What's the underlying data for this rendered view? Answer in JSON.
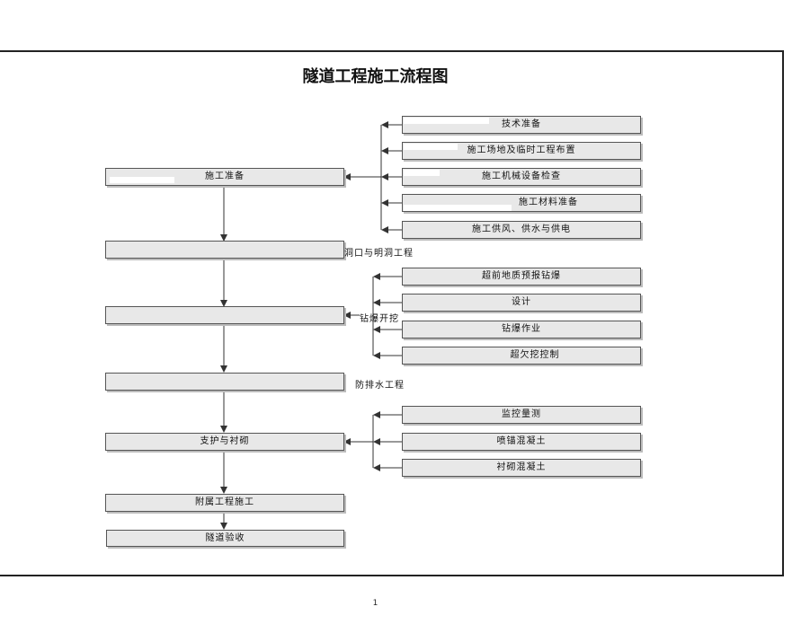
{
  "title": "隧道工程施工流程图",
  "page_number": "1",
  "main_steps": [
    "施工准备",
    "",
    "",
    "",
    "支护与衬砌",
    "附属工程施工",
    "隧道验收"
  ],
  "step_side_labels": {
    "portal": "洞口与明洞工程",
    "excavation": "钻爆开挖",
    "drainage": "防排水工程"
  },
  "preparation_items": [
    "技术准备",
    "施工场地及临时工程布置",
    "施工机械设备检查",
    "施工材料准备",
    "施工供风、供水与供电"
  ],
  "excavation_items": [
    "超前地质预报钻爆",
    "设计",
    "钻爆作业",
    "超欠挖控制"
  ],
  "support_items": [
    "监控量测",
    "喷锚混凝土",
    "衬砌混凝土"
  ]
}
